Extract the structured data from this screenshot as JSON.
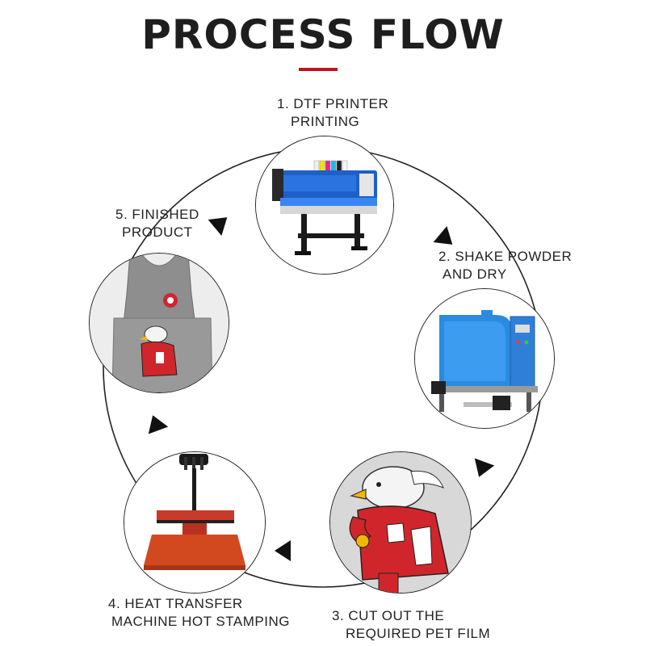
{
  "title": "PROCESS FLOW",
  "accent_color": "#c0141b",
  "steps": [
    {
      "line1": "1. DTF PRINTER",
      "line2": "PRINTING",
      "image": "dtf-printer"
    },
    {
      "line1": "2. SHAKE POWDER",
      "line2": "AND DRY",
      "image": "powder-shaker-dryer"
    },
    {
      "line1": "3. CUT OUT THE",
      "line2": "REQUIRED PET FILM",
      "image": "eagle-mascot-print"
    },
    {
      "line1": "4. HEAT TRANSFER",
      "line2": "MACHINE HOT STAMPING",
      "image": "heat-press"
    },
    {
      "line1": "5. FINISHED",
      "line2": "PRODUCT",
      "image": "printed-tank-top"
    }
  ]
}
